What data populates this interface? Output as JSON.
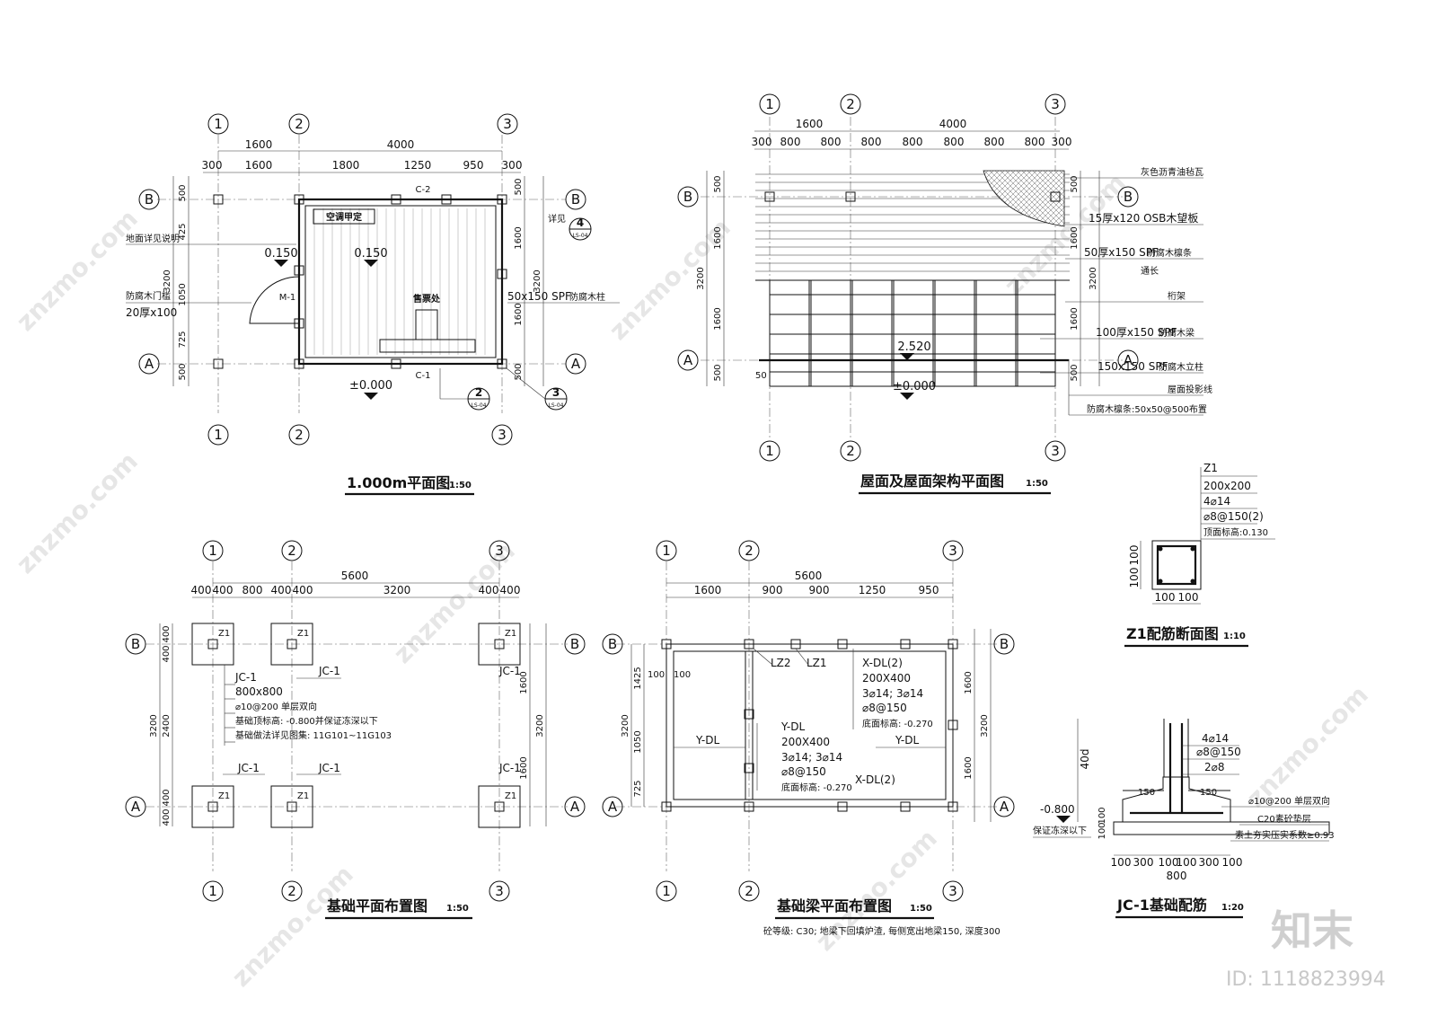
{
  "axes": {
    "a1": "1",
    "a2": "2",
    "a3": "3",
    "aA": "A",
    "aB": "B"
  },
  "plan1": {
    "title": "1.000m平面图",
    "scale": "1:50",
    "dim_total": "4000",
    "dim_1600": "1600",
    "dim_300a": "300",
    "dim_1800": "1800",
    "dim_1250": "1250",
    "dim_950": "950",
    "dim_300b": "300",
    "v_500a": "500",
    "v_425": "425",
    "v_3200": "3200",
    "v_1050": "1050",
    "v_725": "725",
    "v_500b": "500",
    "r_1600a": "1600",
    "r_1600b": "1600",
    "r_3200": "3200",
    "room_ac": "空调甲定",
    "room_ticket": "售票处",
    "lvl_a": "0.150",
    "lvl_b": "0.150",
    "lvl_c": "±0.000",
    "tag_c2": "C-2",
    "tag_c1": "C-1",
    "tag_m1": "M-1",
    "note_floor": "地面详见说明",
    "note_door": "防腐木门槛",
    "note_door2": "20厚x100",
    "note_col": "50x150 SPF",
    "note_col2": "防腐木柱",
    "note_detail": "详见",
    "callout4": "4",
    "callout4s": "LS-04",
    "callout2": "2",
    "callout2s": "LS-04",
    "callout3": "3",
    "callout3s": "LS-04"
  },
  "roof": {
    "title": "屋面及屋面架构平面图",
    "scale": "1:50",
    "dim_1600": "1600",
    "dim_4000": "4000",
    "dims": [
      "300",
      "800",
      "800",
      "800",
      "800",
      "800",
      "800",
      "800",
      "300"
    ],
    "v_500a": "500",
    "v_1600a": "1600",
    "v_3200": "3200",
    "v_1600b": "1600",
    "v_500b": "500",
    "r_500a": "500",
    "r_1600a": "1600",
    "r_3200": "3200",
    "r_1600b": "1600",
    "r_500b": "500",
    "lvl_top": "2.520",
    "lvl_bot": "±0.000",
    "dim_50": "50",
    "n1": "灰色沥青油毡瓦",
    "n2": "15厚x120 OSB木望板",
    "n3a": "50厚x150 SPF",
    "n3b": "防腐木檩条",
    "n4": "通长",
    "n5": "桁架",
    "n6a": "100厚x150 SPF",
    "n6b": "防腐木梁",
    "n7a": "150x150 SPF",
    "n7b": "防腐木立柱",
    "n8": "屋面投影线",
    "n9": "防腐木檩条:50x50@500布置"
  },
  "z1": {
    "title": "Z1配筋断面图",
    "scale": "1:10",
    "l1": "Z1",
    "l2": "200x200",
    "l3": "4⌀14",
    "l4": "⌀8@150(2)",
    "l5": "顶面标高:0.130",
    "d1": "100",
    "d2": "100",
    "d3": "100",
    "d4": "100"
  },
  "found": {
    "title": "基础平面布置图",
    "scale": "1:50",
    "dim_5600": "5600",
    "dims": [
      "400",
      "400",
      "800",
      "400",
      "400",
      "3200",
      "400",
      "400"
    ],
    "v_400a": "400",
    "v_400b": "400",
    "v_3200": "3200",
    "v_2400": "2400",
    "v_400c": "400",
    "v_400d": "400",
    "r_1600a": "1600",
    "r_1600b": "1600",
    "r_3200": "3200",
    "z1": "Z1",
    "jc": "JC-1",
    "n1": "JC-1",
    "n2": "800x800",
    "n3": "⌀10@200 单层双向",
    "n4": "基础顶标高: -0.800并保证冻深以下",
    "n5": "基础做法详见图集: 11G101~11G103"
  },
  "beam": {
    "title": "基础梁平面布置图",
    "scale": "1:50",
    "note": "砼等级: C30; 地梁下回填炉渣, 每侧宽出地梁150, 深度300",
    "dim_5600": "5600",
    "dims": [
      "1600",
      "900",
      "900",
      "1250",
      "950"
    ],
    "v_1425": "1425",
    "v_3200": "3200",
    "v_1050": "1050",
    "v_725": "725",
    "v_100a": "100",
    "v_100b": "100",
    "r_1600a": "1600",
    "r_1600b": "1600",
    "r_3200": "3200",
    "lz2": "LZ2",
    "lz1": "LZ1",
    "xdl": "X-DL(2)",
    "x2": "200X400",
    "x3": "3⌀14; 3⌀14",
    "x4": "⌀8@150",
    "x5": "底面标高: -0.270",
    "ydl": "Y-DL",
    "y2": "200X400",
    "y3": "3⌀14; 3⌀14",
    "y4": "⌀8@150",
    "y5": "底面标高: -0.270",
    "ydl_l": "Y-DL",
    "ydl_r": "Y-DL",
    "xdl_b": "X-DL(2)"
  },
  "jc1": {
    "title": "JC-1基础配筋",
    "scale": "1:20",
    "n1": "4⌀14",
    "n2": "⌀8@150",
    "n3": "2⌀8",
    "n4": "⌀10@200 单层双向",
    "n5": "C20素砼垫层",
    "n6": "素土夯实压实系数≥0.93",
    "lvl": "-0.800",
    "frost": "保证冻深以下",
    "d40": "40d",
    "d150a": "150",
    "d150b": "150",
    "dims": [
      "100",
      "300",
      "100",
      "100",
      "300",
      "100"
    ],
    "d800": "800",
    "v100a": "100",
    "v100b": "100"
  },
  "brand": {
    "logo": "知末",
    "id": "ID: 1118823994",
    "wm": "znzmo.com"
  }
}
